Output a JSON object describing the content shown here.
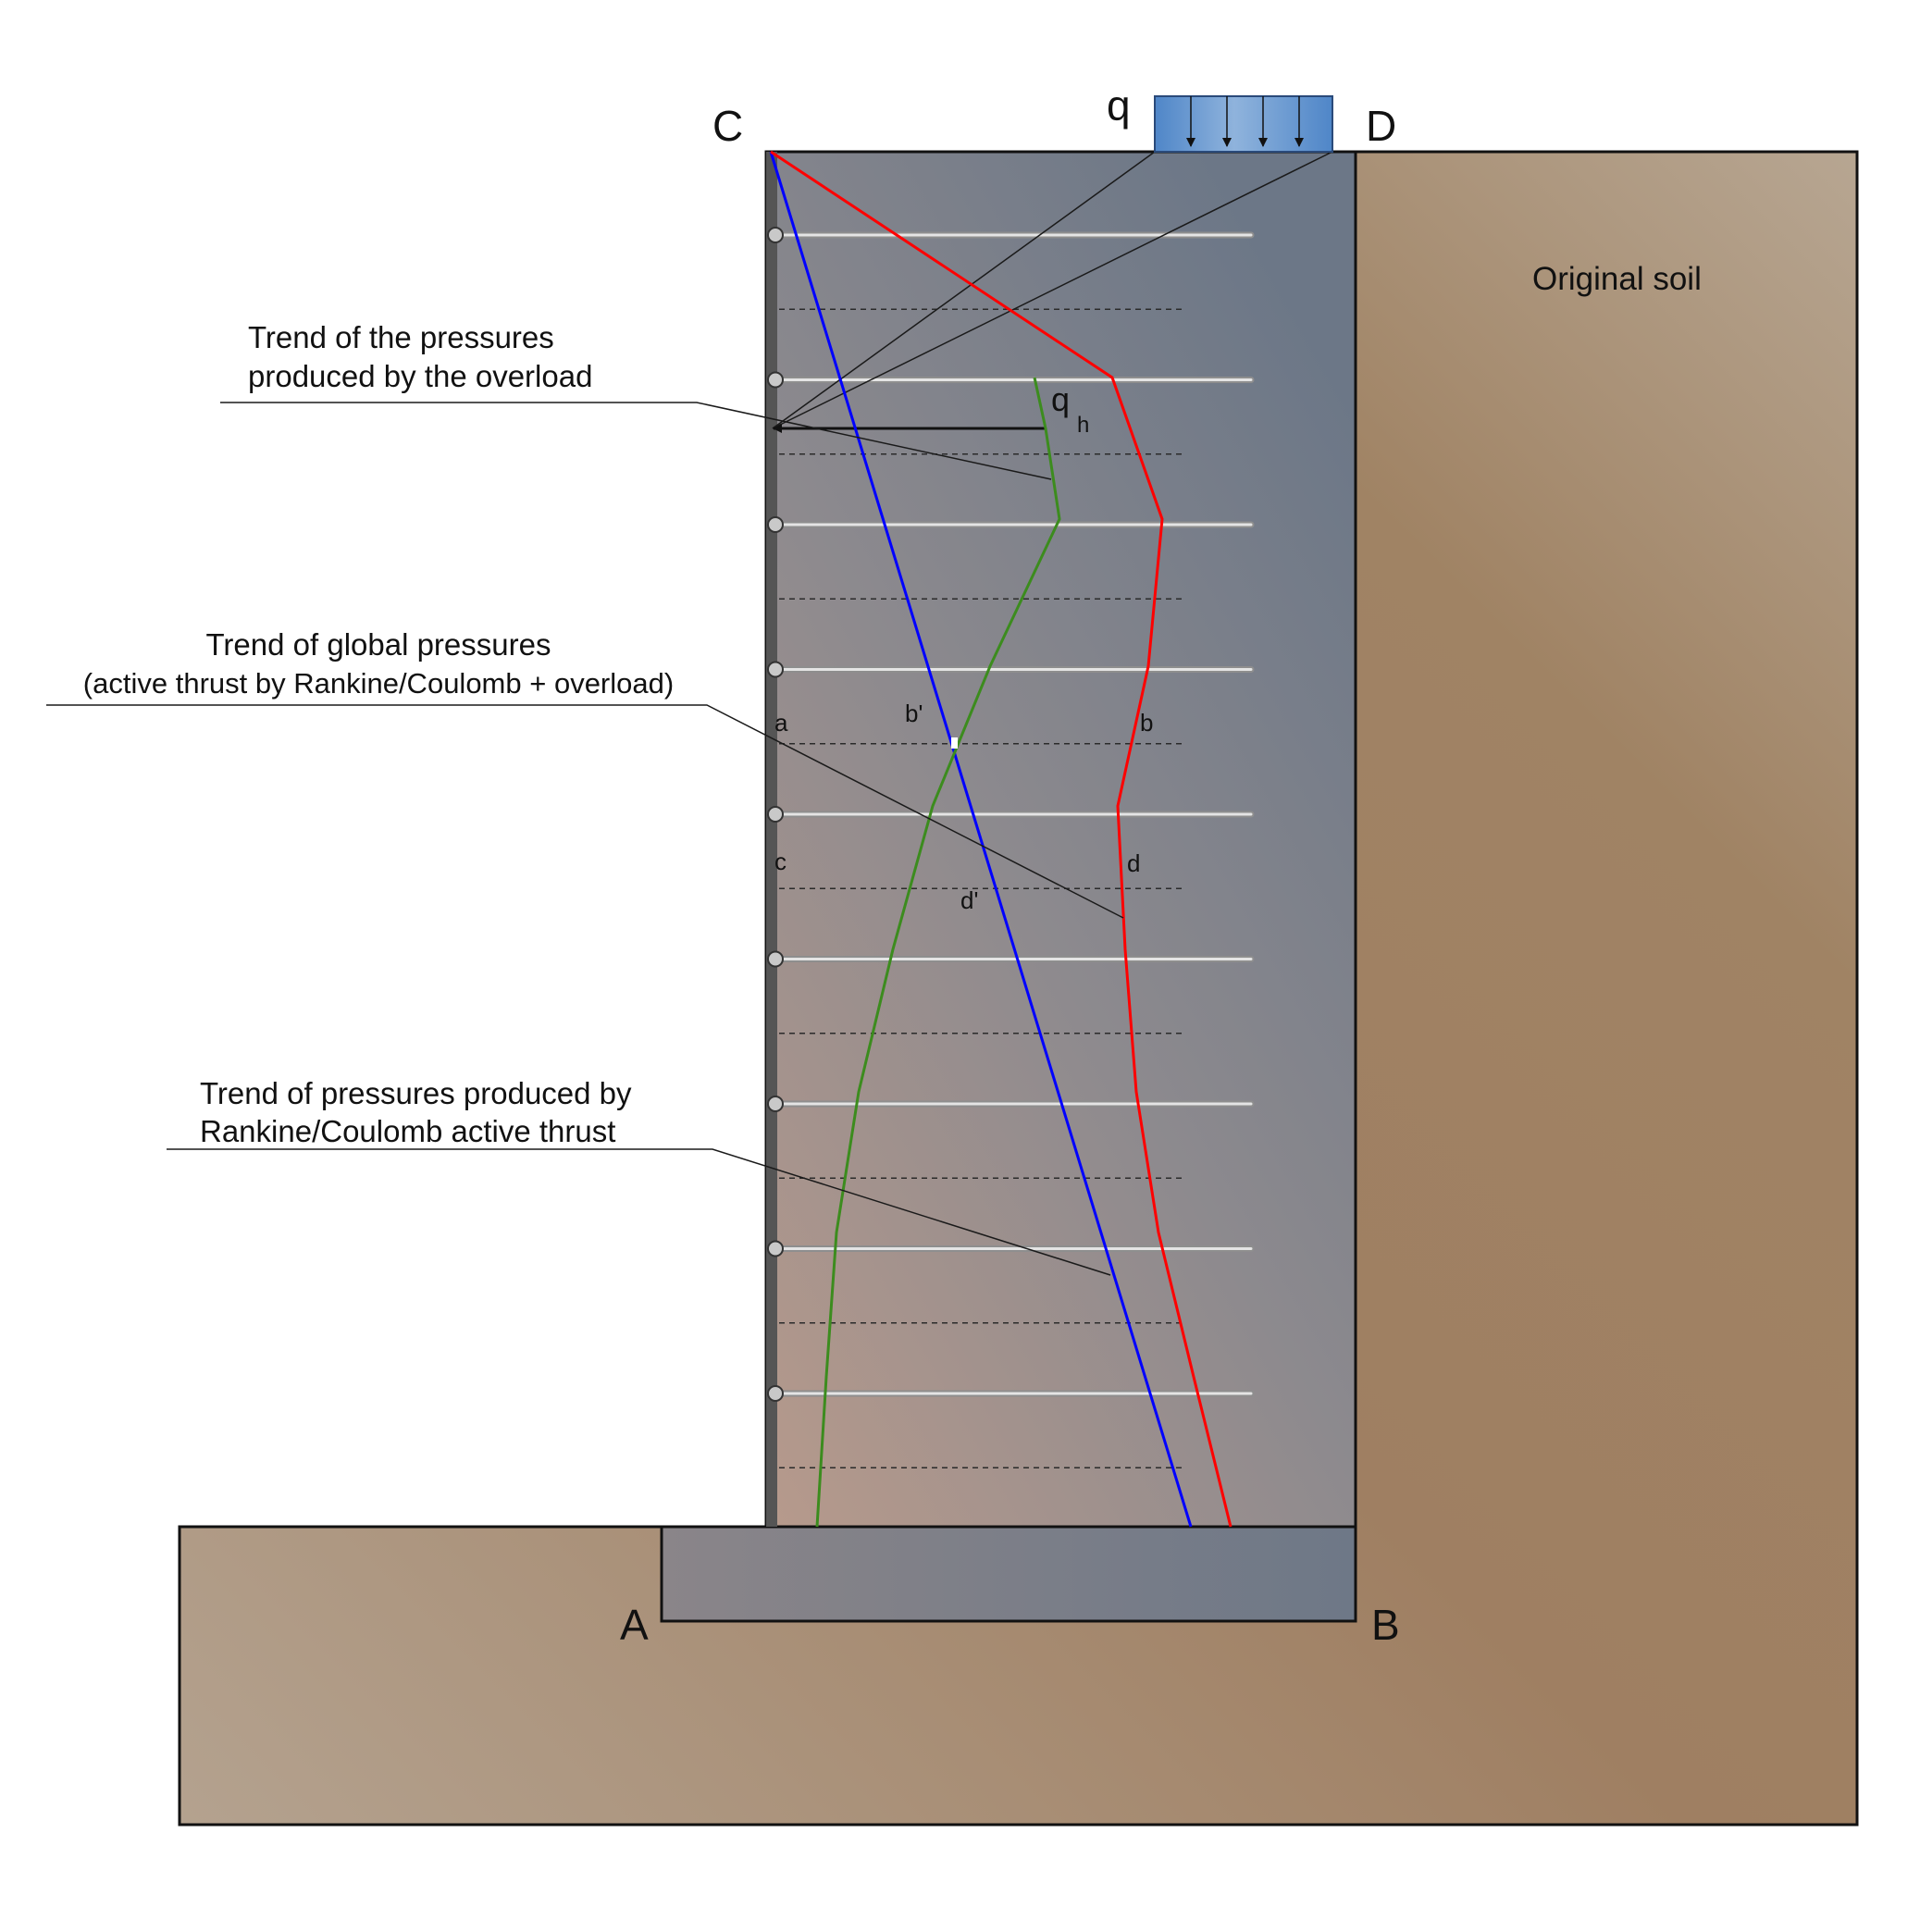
{
  "labels": {
    "corner_c": "C",
    "corner_d": "D",
    "corner_a": "A",
    "corner_b": "B",
    "load_q": "q",
    "qh_main": "q",
    "qh_sub": "h",
    "point_a": "a",
    "point_b_prime": "b'",
    "point_b": "b",
    "point_c": "c",
    "point_d": "d",
    "point_d_prime": "d'",
    "original_soil": "Original soil"
  },
  "callouts": {
    "overload": [
      "Trend of the pressures",
      "produced by the overload"
    ],
    "global": [
      "Trend of global pressures",
      "(active thrust by Rankine/Coulomb + overload)"
    ],
    "active": [
      "Trend of pressures produced by",
      "Rankine/Coulomb active thrust"
    ]
  },
  "curves": {
    "global_pressures": {
      "color": "#ff0000",
      "meaning": "active thrust + overload"
    },
    "active_thrust": {
      "color": "#0000ff",
      "meaning": "Rankine/Coulomb active thrust"
    },
    "overload_pressures": {
      "color": "#3c8c1e",
      "meaning": "pressures produced by the overload"
    }
  },
  "colors": {
    "original_soil": "#a08060",
    "reinforced_block": "#7a8290",
    "load_block": "#5c8fc8",
    "outline": "#111111"
  },
  "reinforcement_layers": 9
}
